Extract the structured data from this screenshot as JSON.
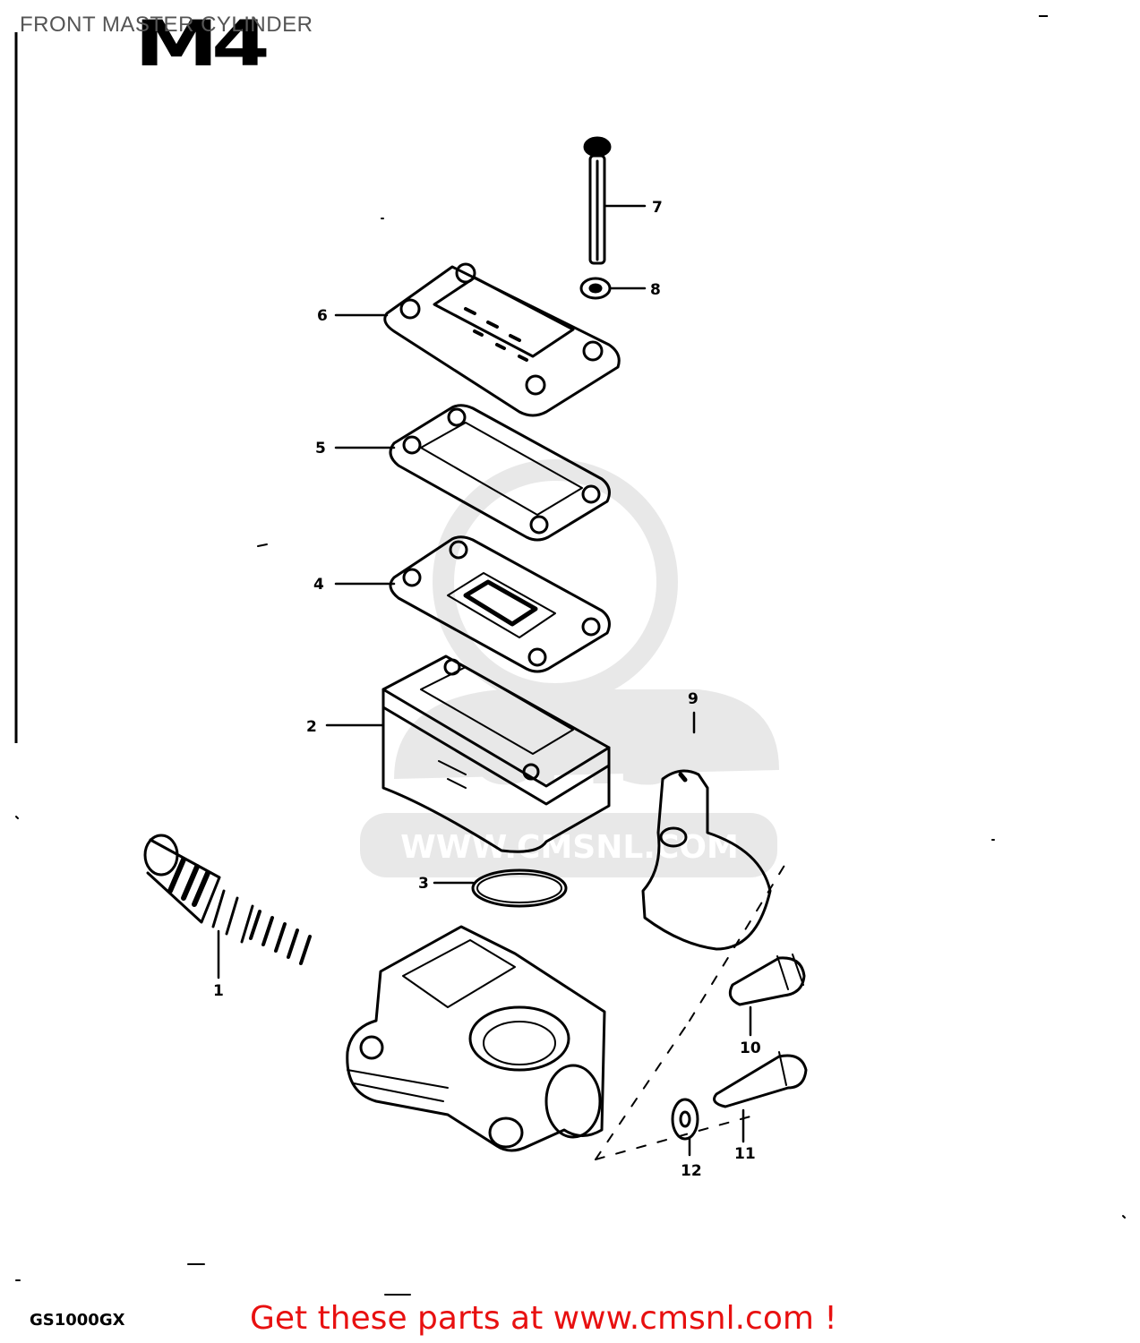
{
  "header": {
    "title": "FRONT MASTER CYLINDER",
    "section_code": "M4"
  },
  "footer": {
    "model": "GS1000GX",
    "call_to_action": "Get these parts at www.cmsnl.com !"
  },
  "watermark": {
    "text": "WWW.CMSNL.COM",
    "logo": "CMS"
  },
  "parts": [
    {
      "number": "1",
      "icon": "piston-spring-icon"
    },
    {
      "number": "2",
      "icon": "reservoir-icon"
    },
    {
      "number": "3",
      "icon": "o-ring-icon"
    },
    {
      "number": "4",
      "icon": "diaphragm-icon"
    },
    {
      "number": "5",
      "icon": "gasket-icon"
    },
    {
      "number": "6",
      "icon": "reservoir-cap-icon"
    },
    {
      "number": "7",
      "icon": "screw-icon"
    },
    {
      "number": "8",
      "icon": "washer-icon"
    },
    {
      "number": "9",
      "icon": "lever-holder-icon"
    },
    {
      "number": "10",
      "icon": "bolt-icon"
    },
    {
      "number": "11",
      "icon": "bolt-icon"
    },
    {
      "number": "12",
      "icon": "washer-icon"
    }
  ],
  "colors": {
    "cta": "#e81010",
    "title": "#555555",
    "line": "#000000",
    "watermark": "#e6e6e6"
  }
}
